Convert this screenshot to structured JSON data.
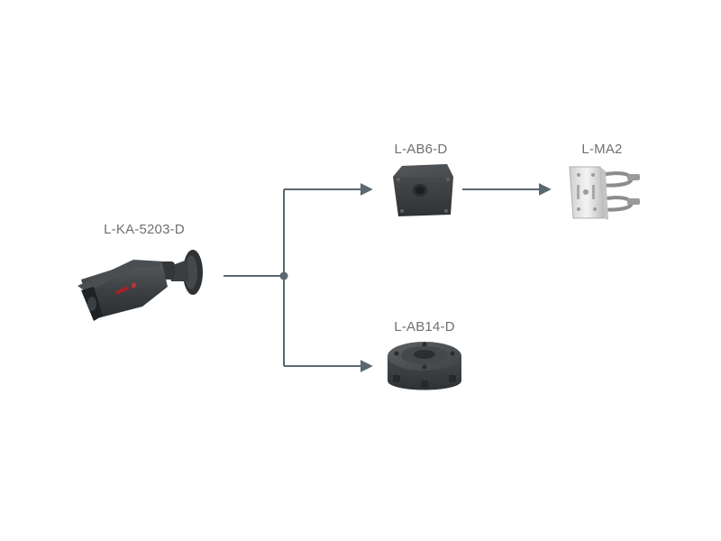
{
  "products": {
    "camera": {
      "label": "L-KA-5203-D",
      "icon": "bullet-camera-icon"
    },
    "junction_box_small": {
      "label": "L-AB6-D",
      "icon": "square-junction-box-icon"
    },
    "pole_mount": {
      "label": "L-MA2",
      "icon": "pole-mount-adapter-icon"
    },
    "junction_box_round": {
      "label": "L-AB14-D",
      "icon": "round-junction-box-icon"
    }
  },
  "colors": {
    "connector": "#5a6870",
    "label_text": "#6f6f6f",
    "product_dark": "#3f4346",
    "pole_mount_metal": "#e6e6e6"
  }
}
